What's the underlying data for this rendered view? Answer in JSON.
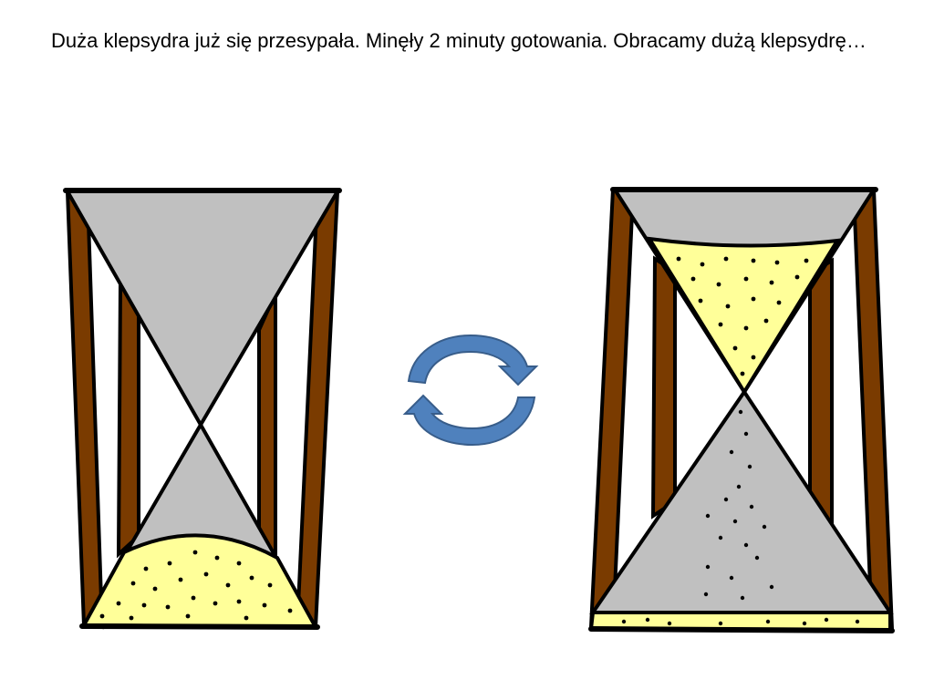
{
  "slide": {
    "text": "Duża klepsydra już się przesypała. Minęły 2 minuty gotowania. Obracamy dużą klepsydrę…"
  },
  "colors": {
    "frame_wood": "#7a3b00",
    "glass_empty": "#c0c0c0",
    "sand": "#ffff99",
    "arrow_fill": "#4f81bd",
    "arrow_stroke": "#385d8a",
    "outline": "#000000"
  },
  "graphics": {
    "left": {
      "name": "hourglass-full-bottom",
      "state": "all sand in bottom bulb"
    },
    "middle": {
      "name": "rotate-cycle-icon"
    },
    "right": {
      "name": "hourglass-flipped",
      "state": "sand in top bulb, falling to bottom"
    }
  }
}
